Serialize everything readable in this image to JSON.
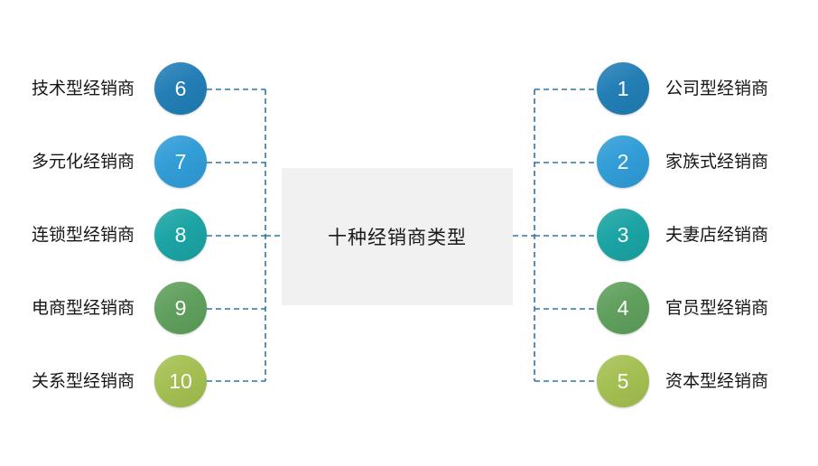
{
  "diagram": {
    "center": {
      "title": "十种经销商类型",
      "background_color": "#f1f1f1"
    },
    "connector_color": "#2e75a8",
    "right_nodes": [
      {
        "number": "1",
        "label": "公司型经销商",
        "color": "#1f7cb4"
      },
      {
        "number": "2",
        "label": "家族式经销商",
        "color": "#2e9bd6"
      },
      {
        "number": "3",
        "label": "夫妻店经销商",
        "color": "#18a2a2"
      },
      {
        "number": "4",
        "label": "官员型经销商",
        "color": "#5d9e5a"
      },
      {
        "number": "5",
        "label": "资本型经销商",
        "color": "#a2bf4f"
      }
    ],
    "left_nodes": [
      {
        "number": "6",
        "label": "技术型经销商",
        "color": "#1f7cb4"
      },
      {
        "number": "7",
        "label": "多元化经销商",
        "color": "#2e9bd6"
      },
      {
        "number": "8",
        "label": "连锁型经销商",
        "color": "#18a2a2"
      },
      {
        "number": "9",
        "label": "电商型经销商",
        "color": "#5d9e5a"
      },
      {
        "number": "10",
        "label": "关系型经销商",
        "color": "#a2bf4f"
      }
    ]
  }
}
